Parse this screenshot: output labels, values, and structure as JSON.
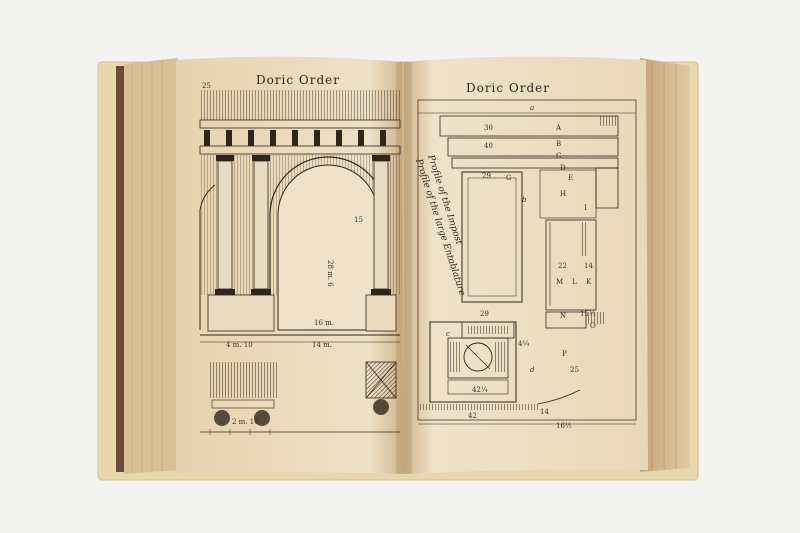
{
  "book": {
    "left_page": {
      "title": "Doric Order",
      "page_number": "25",
      "dimensions": [
        "28 m. 6",
        "16 m.",
        "4 m. 10",
        "14 m.",
        "15",
        "2 m. 10"
      ]
    },
    "right_page": {
      "title": "Doric Order",
      "caption_line1": "Profile of the Impost",
      "caption_line2": "Profile of the large Entablature",
      "letters": [
        "a",
        "A",
        "B",
        "C",
        "D",
        "E",
        "G",
        "H",
        "I",
        "K",
        "L",
        "M",
        "N",
        "O",
        "P",
        "b",
        "c",
        "d"
      ],
      "dimensions": [
        "30",
        "40",
        "29",
        "22",
        "14",
        "15½",
        "29",
        "4¼",
        "42¼",
        "42",
        "14",
        "16½",
        "25"
      ]
    }
  },
  "colors": {
    "background": "#f3f3f1",
    "paper": "#ecdcc0",
    "paper_edge": "#c9a97a",
    "ink": "#2b2418",
    "cover": "#e9d9b0"
  }
}
